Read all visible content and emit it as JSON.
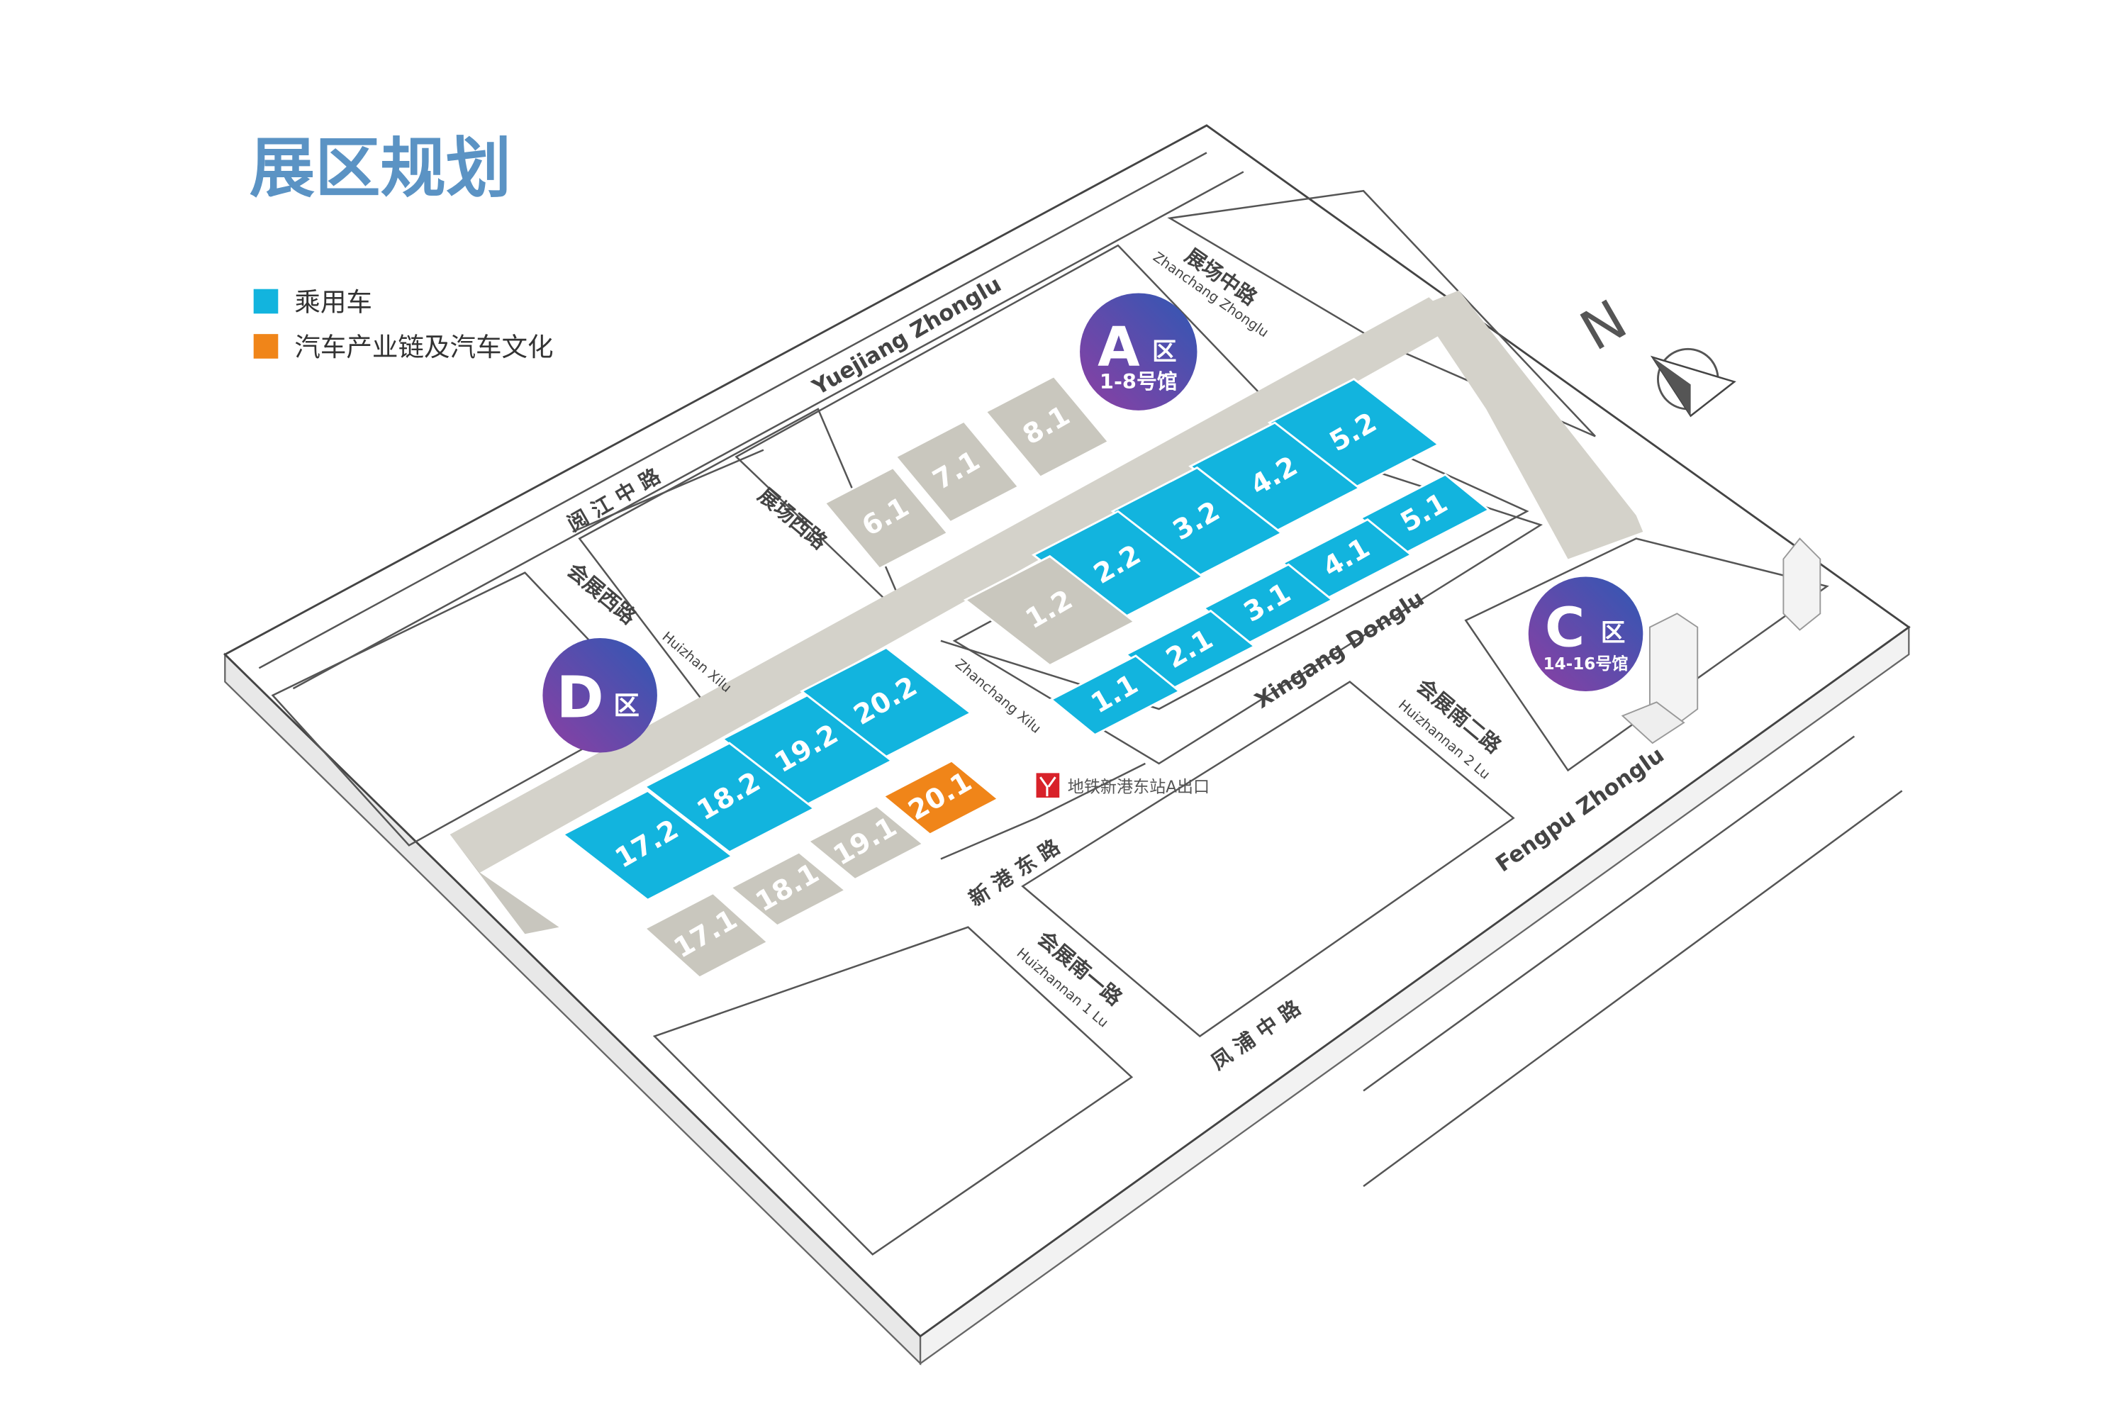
{
  "title": "展区规划",
  "legend": [
    {
      "label": "乘用车",
      "color": "#12b4de"
    },
    {
      "label": "汽车产业链及汽车文化",
      "color": "#f08519"
    }
  ],
  "colors": {
    "passenger": "#12b4de",
    "industry": "#f08519",
    "other": "#c9c7be",
    "walkway": "#d4d2ca",
    "title": "#5b93c4"
  },
  "zones": [
    {
      "letter": "A",
      "suffix": "区",
      "halls": "1-8号馆"
    },
    {
      "letter": "D",
      "suffix": "区",
      "halls": ""
    },
    {
      "letter": "C",
      "suffix": "区",
      "halls": "14-16号馆"
    }
  ],
  "halls": [
    {
      "label": "5.2",
      "type": "passenger"
    },
    {
      "label": "4.2",
      "type": "passenger"
    },
    {
      "label": "3.2",
      "type": "passenger"
    },
    {
      "label": "2.2",
      "type": "passenger"
    },
    {
      "label": "1.2",
      "type": "other"
    },
    {
      "label": "5.1",
      "type": "passenger"
    },
    {
      "label": "4.1",
      "type": "passenger"
    },
    {
      "label": "3.1",
      "type": "passenger"
    },
    {
      "label": "2.1",
      "type": "passenger"
    },
    {
      "label": "1.1",
      "type": "passenger"
    },
    {
      "label": "8.1",
      "type": "other"
    },
    {
      "label": "7.1",
      "type": "other"
    },
    {
      "label": "6.1",
      "type": "other"
    },
    {
      "label": "20.2",
      "type": "passenger"
    },
    {
      "label": "19.2",
      "type": "passenger"
    },
    {
      "label": "18.2",
      "type": "passenger"
    },
    {
      "label": "17.2",
      "type": "passenger"
    },
    {
      "label": "20.1",
      "type": "industry"
    },
    {
      "label": "19.1",
      "type": "other"
    },
    {
      "label": "18.1",
      "type": "other"
    },
    {
      "label": "17.1",
      "type": "other"
    }
  ],
  "roads": {
    "yuejiang_en": "Yuejiang Zhonglu",
    "yuejiang_cn": "阅 江 中 路",
    "zhanchang_zhong_cn": "展场中路",
    "zhanchang_zhong_en": "Zhanchang Zhonglu",
    "zhanchang_xi_cn": "展场西路",
    "zhanchang_xi_en": "Zhanchang Xilu",
    "huizhan_xi_cn": "会展西路",
    "huizhan_xi_en": "Huizhan Xilu",
    "xingang_en": "Xingang Donglu",
    "xingang_cn": "新 港 东 路",
    "huizhannan2_cn": "会展南二路",
    "huizhannan2_en": "Huizhannan 2 Lu",
    "huizhannan1_cn": "会展南一路",
    "huizhannan1_en": "Huizhannan 1 Lu",
    "fengpu_en": "Fengpu Zhonglu",
    "fengpu_cn": "凤 浦 中 路"
  },
  "metro": {
    "label": "地铁新港东站A出口",
    "color": "#d8222a"
  },
  "compass": {
    "letter": "N"
  }
}
